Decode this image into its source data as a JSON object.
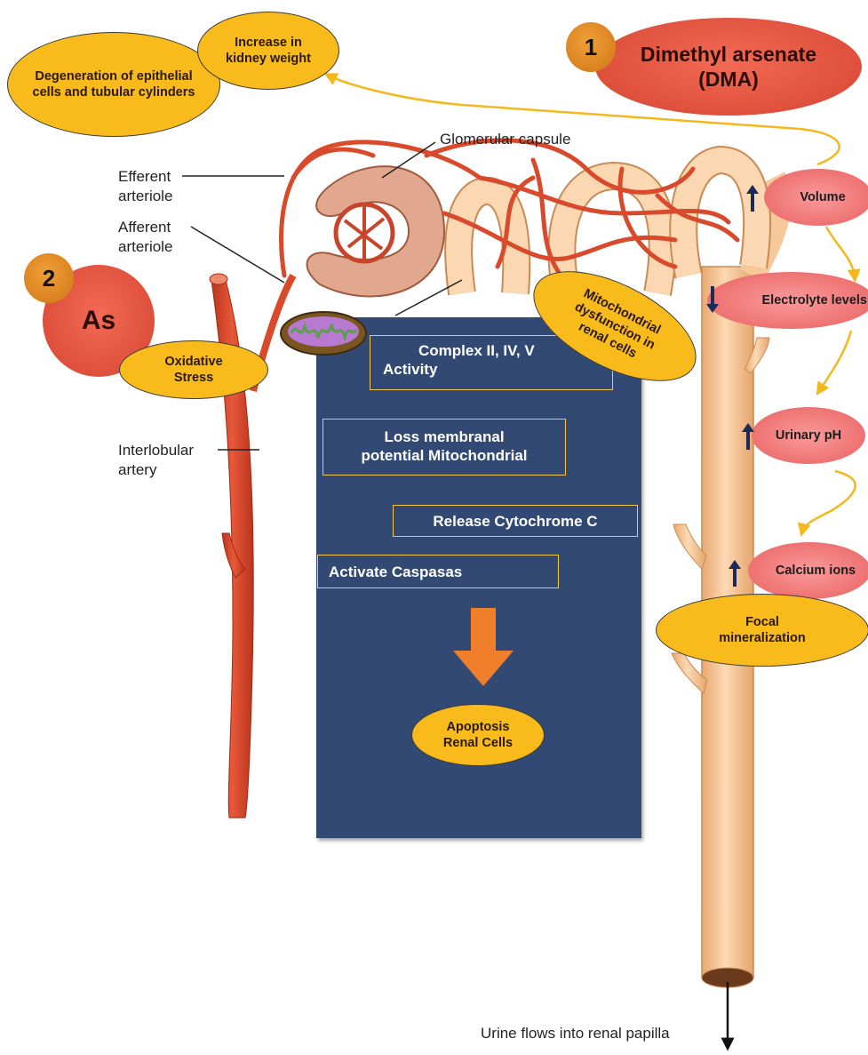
{
  "effects": {
    "kidney_weight": "Increase in kidney weight",
    "degeneration": "Degeneration of epithelial cells and tubular cylinders"
  },
  "dma": {
    "number": "1",
    "label": "Dimethyl arsenate (DMA)"
  },
  "as": {
    "number": "2",
    "label": "As",
    "oxidative": "Oxidative Stress"
  },
  "anatomy": {
    "glomerular_capsule": "Glomerular capsule",
    "efferent": "Efferent arteriole",
    "afferent": "Afferent arteriole",
    "interlobular": "Interlobular artery",
    "urine": "Urine flows into renal papilla"
  },
  "mito_bubble": "Mitochondrial dysfunction in renal cells",
  "pathway": {
    "complex": "Complex II, IV, V",
    "activity": "Activity",
    "loss": "Loss membranal potential Mitochondrial",
    "release": "Release Cytochrome C",
    "caspasas": "Activate Caspasas",
    "apoptosis": "Apoptosis Renal Cells"
  },
  "changes": [
    {
      "label": "Volume",
      "direction": "up"
    },
    {
      "label": "Electrolyte levels",
      "direction": "down"
    },
    {
      "label": "Urinary pH",
      "direction": "up"
    },
    {
      "label": "Calcium ions",
      "direction": "up"
    }
  ],
  "focal": "Focal mineralization",
  "colors": {
    "bubble": "#f9bb1b",
    "panel": "#324a73",
    "vessel": "#d94a2c",
    "tubule": "#f6c89a",
    "pill": "#ee7272",
    "arrow": "#f4b81c",
    "indicator": "#1c2a57"
  }
}
